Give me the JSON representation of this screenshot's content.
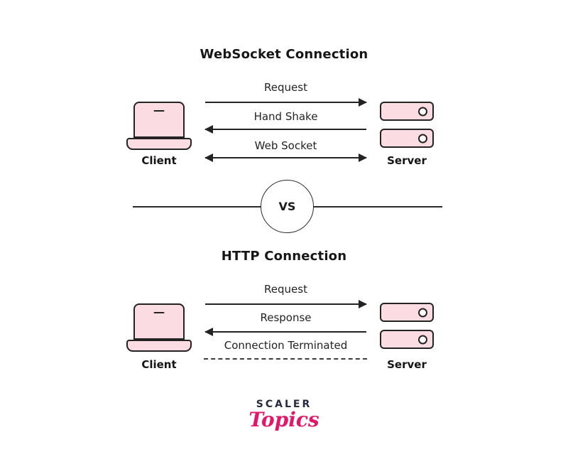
{
  "colors": {
    "background": "#ffffff",
    "device_fill": "#FBDCE3",
    "outline": "#232323",
    "brand_dark": "#242B3F",
    "brand_pink": "#E2176A"
  },
  "websocket_section": {
    "title": "WebSocket Connection",
    "client_label": "Client",
    "server_label": "Server",
    "messages": [
      {
        "label": "Request",
        "direction": "right",
        "line_style": "solid"
      },
      {
        "label": "Hand Shake",
        "direction": "left",
        "line_style": "solid"
      },
      {
        "label": "Web Socket",
        "direction": "both",
        "line_style": "solid"
      }
    ]
  },
  "divider": {
    "label": "VS"
  },
  "http_section": {
    "title": "HTTP Connection",
    "client_label": "Client",
    "server_label": "Server",
    "messages": [
      {
        "label": "Request",
        "direction": "right",
        "line_style": "solid"
      },
      {
        "label": "Response",
        "direction": "left",
        "line_style": "solid"
      },
      {
        "label": "Connection Terminated",
        "direction": "none",
        "line_style": "dashed"
      }
    ]
  },
  "logo": {
    "brand": "SCALER",
    "product": "Topics"
  }
}
